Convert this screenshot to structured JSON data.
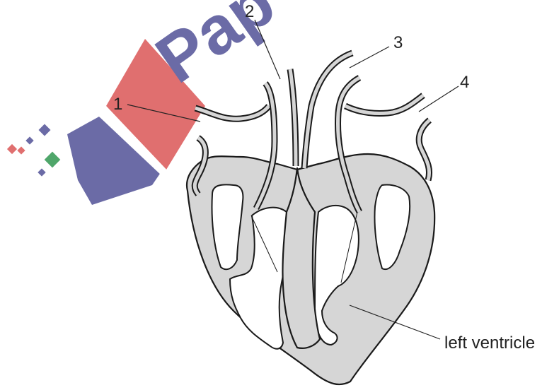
{
  "watermark": {
    "text": "Pap",
    "colors": {
      "red": "#e06f6f",
      "blue": "#6b6ba6",
      "green": "#4fa66a"
    }
  },
  "labels": {
    "label_1": "1",
    "label_2": "2",
    "label_3": "3",
    "label_4": "4",
    "left_ventricle": "left ventricle"
  },
  "colors": {
    "tissue": "#d6d6d6",
    "outline": "#1a1a1a"
  }
}
